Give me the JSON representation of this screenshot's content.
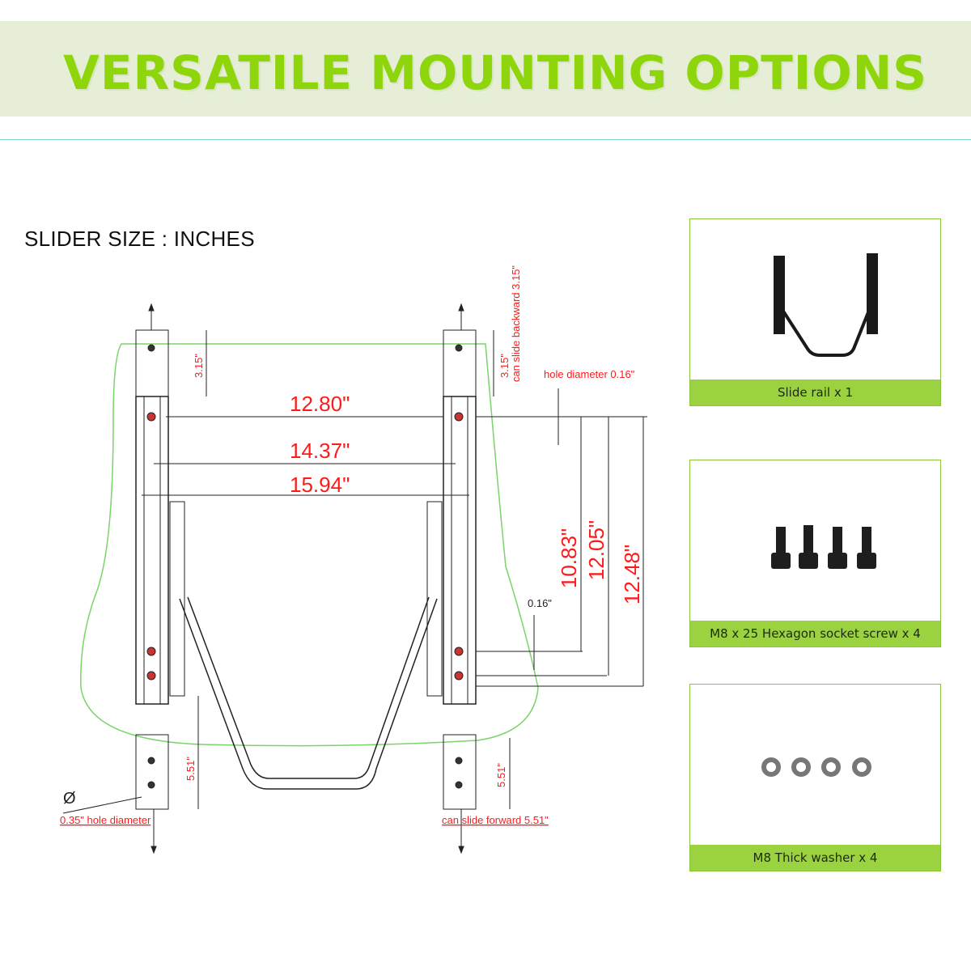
{
  "banner": {
    "title": "VERSATILE MOUNTING OPTIONS"
  },
  "diagram": {
    "title": "SLIDER SIZE : INCHES",
    "dimensions": {
      "width_inner": "12.80\"",
      "width_mid": "14.37\"",
      "width_outer": "15.94\"",
      "height_1": "10.83\"",
      "height_2": "12.05\"",
      "height_3": "12.48\"",
      "backward_left": "3.15\"",
      "backward_right": "3.15\"",
      "forward_left": "5.51\"",
      "forward_right": "5.51\"",
      "small_offset": "0.16\""
    },
    "annotations": {
      "can_slide_backward": "can slide backward 3.15\"",
      "hole_diameter_small": "hole diameter 0.16\"",
      "hole_diameter_large": "0.35\" hole diameter",
      "can_slide_forward": "can slide forward 5.51\"",
      "diameter_symbol": "Ø"
    },
    "colors": {
      "dimension_text": "#ff1a1a",
      "outline": "#7ad46a",
      "lines": "#111111"
    }
  },
  "components": [
    {
      "caption": "Slide rail x 1",
      "icon": "slide-rail-icon"
    },
    {
      "caption": "M8 x 25 Hexagon socket screw x 4",
      "icon": "hex-socket-screw-icon"
    },
    {
      "caption": "M8 Thick washer x 4",
      "icon": "washer-icon"
    }
  ],
  "colors": {
    "banner_bg": "#e6eed8",
    "title_green": "#8ed50c",
    "card_border": "#8cc63f",
    "caption_bg": "#9ad33f"
  }
}
